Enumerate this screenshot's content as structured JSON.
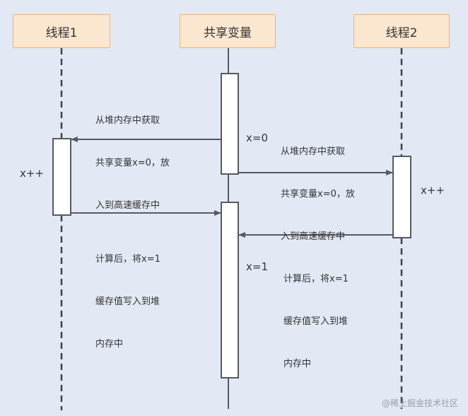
{
  "lifelines": [
    {
      "id": "thread1",
      "title": "线程1"
    },
    {
      "id": "shared",
      "title": "共享变量"
    },
    {
      "id": "thread2",
      "title": "线程2"
    }
  ],
  "messages": [
    {
      "from": "shared",
      "to": "thread1",
      "label_lines": [
        "从堆内存中获取",
        "共享变量x=0，放",
        "入到高速缓存中"
      ]
    },
    {
      "from": "shared",
      "to": "thread2",
      "label_lines": [
        "从堆内存中获取",
        "共享变量x=0，放",
        "入到高速缓存中"
      ]
    },
    {
      "from": "thread1",
      "to": "shared",
      "label_lines": [
        "计算后，将x=1",
        "缓存值写入到堆",
        "内存中"
      ]
    },
    {
      "from": "thread2",
      "to": "shared",
      "label_lines": [
        "计算后，将x=1",
        "缓存值写入到堆",
        "内存中"
      ]
    }
  ],
  "states": {
    "thread1_op": "x++",
    "thread2_op": "x++",
    "shared_initial": "x=0",
    "shared_final": "x=1"
  },
  "colors": {
    "background": "#e3e9f4",
    "header_fill": "#fbe6d0",
    "header_border": "#eeb271",
    "line": "#555a62"
  },
  "watermark": "@稀土掘金技术社区"
}
